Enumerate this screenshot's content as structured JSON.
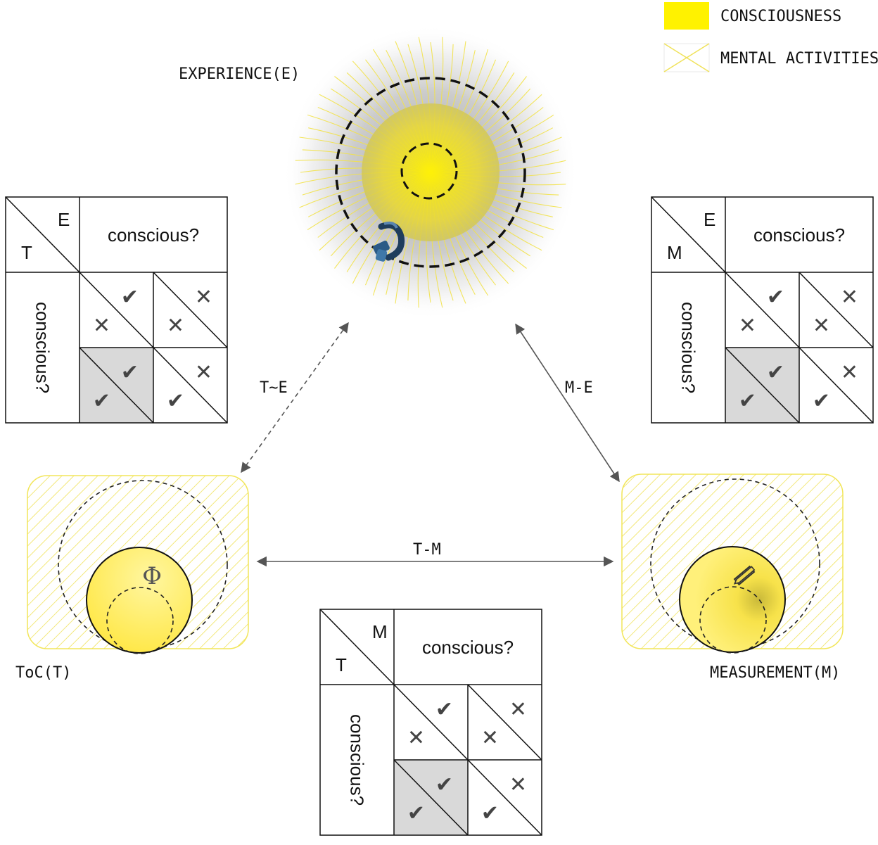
{
  "legend": {
    "consciousness": "CONSCIOUSNESS",
    "mental_activities": "MENTAL ACTIVITIES"
  },
  "nodes": {
    "experience": "EXPERIENCE(E)",
    "toc": "ToC(T)",
    "measurement": "MEASUREMENT(M)",
    "phi_symbol": "Φ"
  },
  "edges": {
    "t_e": "T~E",
    "m_e": "M-E",
    "t_m": "T-M"
  },
  "tables": {
    "te": {
      "row_var": "T",
      "col_var": "E",
      "col_header": "conscious?",
      "row_header": "conscious?"
    },
    "me": {
      "row_var": "M",
      "col_var": "E",
      "col_header": "conscious?",
      "row_header": "conscious?"
    },
    "tm": {
      "row_var": "T",
      "col_var": "M",
      "col_header": "conscious?",
      "row_header": "conscious?"
    }
  },
  "cells": {
    "r0c0": {
      "upper": "✔",
      "lower": "✕",
      "highlighted": false
    },
    "r0c1": {
      "upper": "✕",
      "lower": "✕",
      "highlighted": false
    },
    "r1c0": {
      "upper": "✔",
      "lower": "✔",
      "highlighted": true
    },
    "r1c1": {
      "upper": "✕",
      "lower": "✔",
      "highlighted": false
    }
  },
  "colors": {
    "consciousness": "#fff200",
    "mental_activities": "#f2e64a",
    "highlight_cell": "#d9d9d9",
    "arrow": "#555555"
  }
}
